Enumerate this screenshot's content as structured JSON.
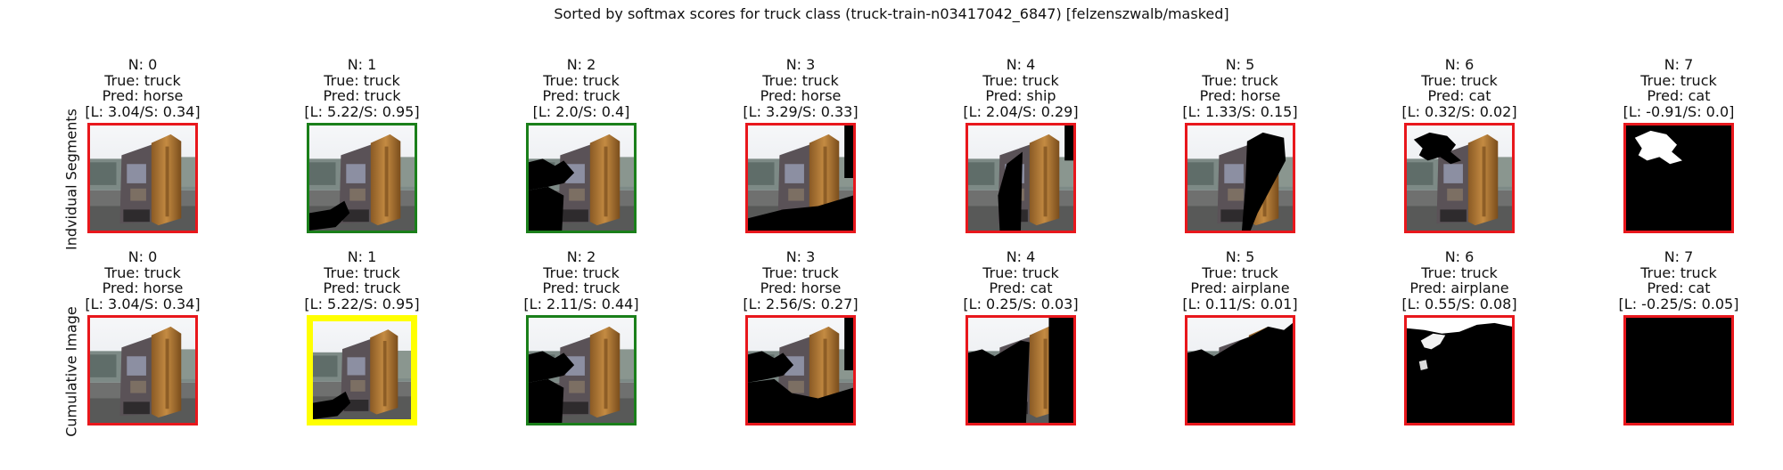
{
  "figure": {
    "title": "Sorted by softmax scores for truck class (truck-train-n03417042_6847) [felzenszwalb/masked]"
  },
  "rows": [
    {
      "label": "Indvidual Segments",
      "panels": [
        {
          "n": "N: 0",
          "true": "True: truck",
          "pred": "Pred: horse",
          "score": "[L: 3.04/S: 0.34]",
          "border": "#e8171c"
        },
        {
          "n": "N: 1",
          "true": "True: truck",
          "pred": "Pred: truck",
          "score": "[L: 5.22/S: 0.95]",
          "border": "#1a7f1a"
        },
        {
          "n": "N: 2",
          "true": "True: truck",
          "pred": "Pred: truck",
          "score": "[L: 2.0/S: 0.4]",
          "border": "#1a7f1a"
        },
        {
          "n": "N: 3",
          "true": "True: truck",
          "pred": "Pred: horse",
          "score": "[L: 3.29/S: 0.33]",
          "border": "#e8171c"
        },
        {
          "n": "N: 4",
          "true": "True: truck",
          "pred": "Pred: ship",
          "score": "[L: 2.04/S: 0.29]",
          "border": "#e8171c"
        },
        {
          "n": "N: 5",
          "true": "True: truck",
          "pred": "Pred: horse",
          "score": "[L: 1.33/S: 0.15]",
          "border": "#e8171c"
        },
        {
          "n": "N: 6",
          "true": "True: truck",
          "pred": "Pred: cat",
          "score": "[L: 0.32/S: 0.02]",
          "border": "#e8171c"
        },
        {
          "n": "N: 7",
          "true": "True: truck",
          "pred": "Pred: cat",
          "score": "[L: -0.91/S: 0.0]",
          "border": "#e8171c"
        }
      ]
    },
    {
      "label": "Cumulative Image",
      "panels": [
        {
          "n": "N: 0",
          "true": "True: truck",
          "pred": "Pred: horse",
          "score": "[L: 3.04/S: 0.34]",
          "border": "#e8171c"
        },
        {
          "n": "N: 1",
          "true": "True: truck",
          "pred": "Pred: truck",
          "score": "[L: 5.22/S: 0.95]",
          "border": "#ffff00"
        },
        {
          "n": "N: 2",
          "true": "True: truck",
          "pred": "Pred: truck",
          "score": "[L: 2.11/S: 0.44]",
          "border": "#1a7f1a"
        },
        {
          "n": "N: 3",
          "true": "True: truck",
          "pred": "Pred: horse",
          "score": "[L: 2.56/S: 0.27]",
          "border": "#e8171c"
        },
        {
          "n": "N: 4",
          "true": "True: truck",
          "pred": "Pred: cat",
          "score": "[L: 0.25/S: 0.03]",
          "border": "#e8171c"
        },
        {
          "n": "N: 5",
          "true": "True: truck",
          "pred": "Pred: airplane",
          "score": "[L: 0.11/S: 0.01]",
          "border": "#e8171c"
        },
        {
          "n": "N: 6",
          "true": "True: truck",
          "pred": "Pred: airplane",
          "score": "[L: 0.55/S: 0.08]",
          "border": "#e8171c"
        },
        {
          "n": "N: 7",
          "true": "True: truck",
          "pred": "Pred: cat",
          "score": "[L: -0.25/S: 0.05]",
          "border": "#e8171c"
        }
      ]
    }
  ]
}
